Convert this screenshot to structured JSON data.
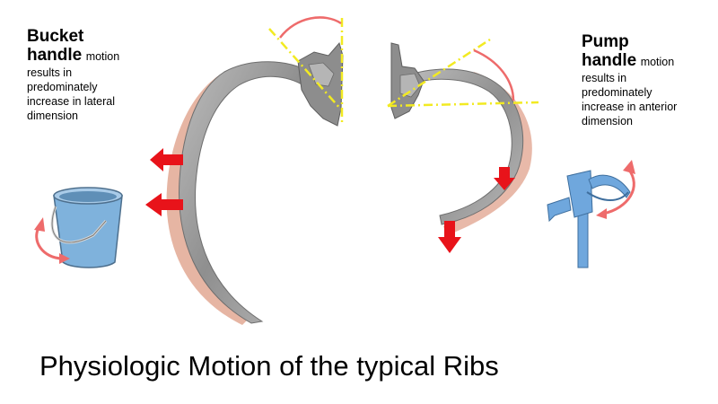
{
  "title": "Physiologic Motion of the typical Ribs",
  "bucket_handle": {
    "heading_line1": "Bucket",
    "heading_line2": "handle",
    "motion_word": "motion",
    "description_lines": [
      "results in",
      "predominately",
      "increase in lateral",
      "dimension"
    ]
  },
  "pump_handle": {
    "heading_line1": "Pump",
    "heading_line2": "handle",
    "motion_word": "motion",
    "description_lines": [
      "results in",
      "predominately",
      "increase in anterior",
      "dimension"
    ]
  },
  "colors": {
    "arrow_red": "#e8131a",
    "axis_yellow": "#f2ea22",
    "arc_red": "#ee6b6b",
    "rib_gray": "#9a9a9a",
    "rib_pink": "#e2a893",
    "bucket_blue": "#7fb2dc",
    "pump_blue": "#6fa7dd"
  }
}
